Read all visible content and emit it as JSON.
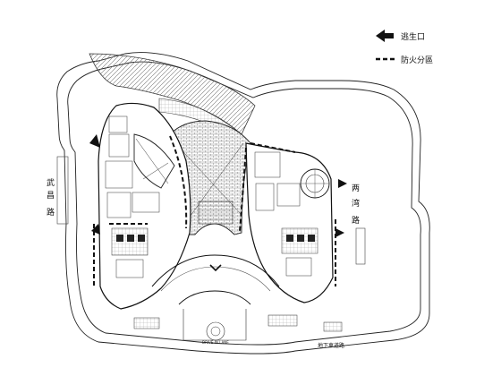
{
  "legend": {
    "exit_label": "逃生口",
    "firewall_label": "防火分區"
  },
  "streets": {
    "left": [
      "武",
      "昌",
      "路"
    ],
    "right": [
      "两",
      "湾",
      "路"
    ]
  },
  "labels": {
    "underground_entrance": "地下車道路",
    "small_text": "DRIVE-IN LANE"
  },
  "colors": {
    "line": "#111111",
    "hatch": "#777777",
    "light_hatch": "#bbbbbb"
  },
  "icons": [
    "exit-arrow-icon",
    "firewall-dash-icon"
  ]
}
